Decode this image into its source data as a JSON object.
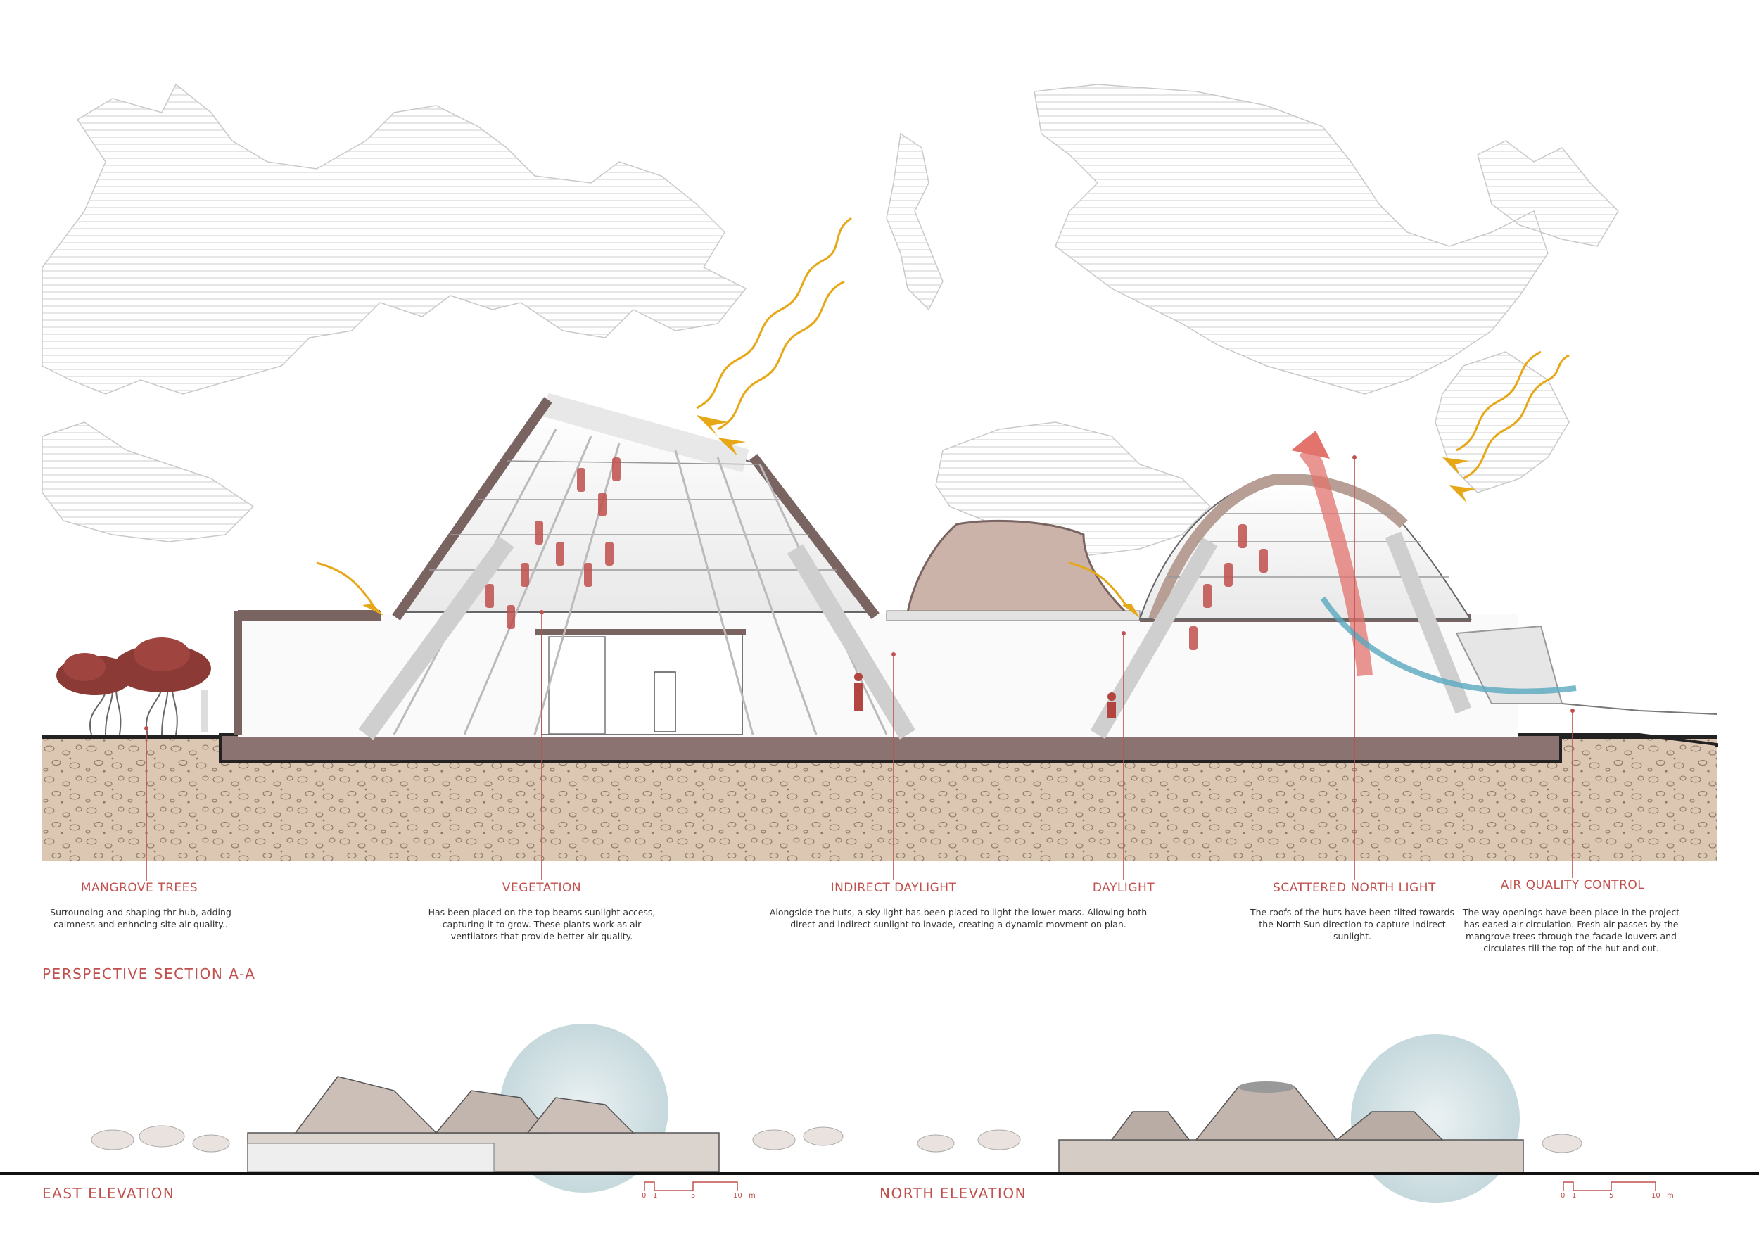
{
  "section_title": "PERSPECTIVE SECTION A-A",
  "annotations": [
    {
      "id": "mangrove",
      "label": "MANGROVE TREES",
      "text": "Surrounding and shaping thr hub, adding calmness and enhncing site air quality.."
    },
    {
      "id": "vegetation",
      "label": "VEGETATION",
      "text": "Has been placed on the top beams sunlight access, capturing it to grow. These plants work as air ventilators that provide better air quality."
    },
    {
      "id": "indirect",
      "label": "INDIRECT DAYLIGHT",
      "text": "Alongside the huts, a sky light has been placed to light the lower mass. Allowing both direct and indirect sunlight to invade, creating a dynamic movment on plan."
    },
    {
      "id": "daylight",
      "label": "DAYLIGHT",
      "text": ""
    },
    {
      "id": "north",
      "label": "SCATTERED NORTH LIGHT",
      "text": "The roofs of the huts have been tilted towards the North Sun direction to capture indirect sunlight."
    },
    {
      "id": "air",
      "label": "AIR QUALITY CONTROL",
      "text": "The way openings have been place in the project has eased air circulation. Fresh air passes by the mangrove trees through the facade louvers and circulates till the top of the hut and out."
    }
  ],
  "elevations": [
    {
      "title": "EAST ELEVATION"
    },
    {
      "title": "NORTH ELEVATION"
    }
  ],
  "scale_bar": {
    "ticks": [
      "0",
      "1",
      "5",
      "10"
    ],
    "unit": "m"
  },
  "colors": {
    "accent": "#c0504d",
    "roof": "#7a6462",
    "earth": "#d9c3ae",
    "sun": "#e6a817",
    "air": "#5aa9bf",
    "sky_lines": "#cfcfcf"
  }
}
